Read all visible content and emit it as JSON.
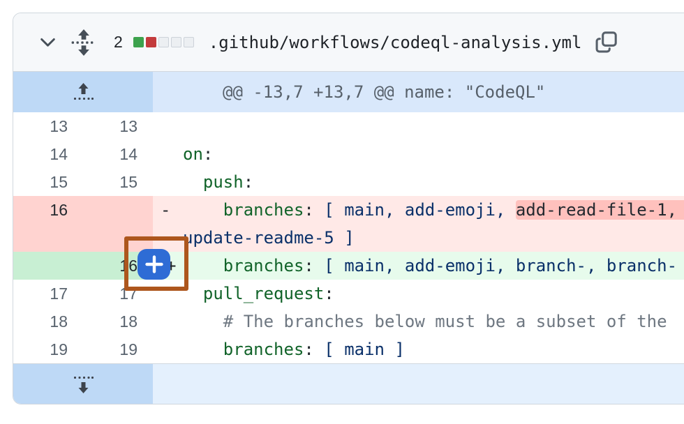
{
  "header": {
    "changed_lines_count": "2",
    "diffstat_squares": [
      "addition",
      "deletion",
      "neutral",
      "neutral",
      "neutral"
    ],
    "file_path": ".github/workflows/codeql-analysis.yml",
    "icons": {
      "collapse": "chevron-down-icon",
      "drag_handle": "drag-grabber-icon",
      "copy": "copy-icon"
    }
  },
  "diff": {
    "hunk_header": "@@ -13,7 +13,7 @@ name: \"CodeQL\"",
    "expand_up_icon": "expand-up-icon",
    "expand_down_icon": "expand-down-icon",
    "rows": [
      {
        "type": "context",
        "old": "13",
        "new": "13",
        "marker": "",
        "code": []
      },
      {
        "type": "context",
        "old": "14",
        "new": "14",
        "marker": "",
        "code": [
          [
            "key",
            "on"
          ],
          [
            "plain",
            ":"
          ]
        ]
      },
      {
        "type": "context",
        "old": "15",
        "new": "15",
        "marker": "",
        "code": [
          [
            "plain",
            "  "
          ],
          [
            "key",
            "push"
          ],
          [
            "plain",
            ":"
          ]
        ]
      },
      {
        "type": "deletion",
        "old": "16",
        "new": "",
        "marker": "-",
        "code": [
          [
            "plain",
            "    "
          ],
          [
            "key",
            "branches"
          ],
          [
            "plain",
            ": "
          ],
          [
            "str",
            "[ main, add-emoji, "
          ],
          [
            "hl",
            "add-read-file-1, "
          ]
        ],
        "wrap": [
          [
            "str",
            "update-readme-5 ]"
          ]
        ]
      },
      {
        "type": "addition",
        "old": "",
        "new": "16",
        "marker": "+",
        "code": [
          [
            "plain",
            "    "
          ],
          [
            "key",
            "branches"
          ],
          [
            "plain",
            ": "
          ],
          [
            "str",
            "[ main, add-emoji, branch-, branch-"
          ]
        ]
      },
      {
        "type": "context",
        "old": "17",
        "new": "17",
        "marker": "",
        "code": [
          [
            "plain",
            "  "
          ],
          [
            "key",
            "pull_request"
          ],
          [
            "plain",
            ":"
          ]
        ]
      },
      {
        "type": "context",
        "old": "18",
        "new": "18",
        "marker": "",
        "code": [
          [
            "plain",
            "    "
          ],
          [
            "comment",
            "# The branches below must be a subset of the "
          ]
        ]
      },
      {
        "type": "context",
        "old": "19",
        "new": "19",
        "marker": "",
        "code": [
          [
            "plain",
            "    "
          ],
          [
            "key",
            "branches"
          ],
          [
            "plain",
            ": "
          ],
          [
            "str",
            "[ main ]"
          ]
        ]
      }
    ]
  },
  "annotation": {
    "comment_button_glyph": "+",
    "box_color": "#ad561d",
    "button_color": "#2e6cd5"
  },
  "colors": {
    "addition_square": "#3da24d",
    "deletion_square": "#c33b3c",
    "neutral_square": "#eceff2",
    "deletion_line_bg": "#ffe9e7",
    "deletion_word_highlight": "#ffc1bd",
    "addition_line_bg": "#e7fbec",
    "hunk_bg": "#d9e8fb"
  }
}
